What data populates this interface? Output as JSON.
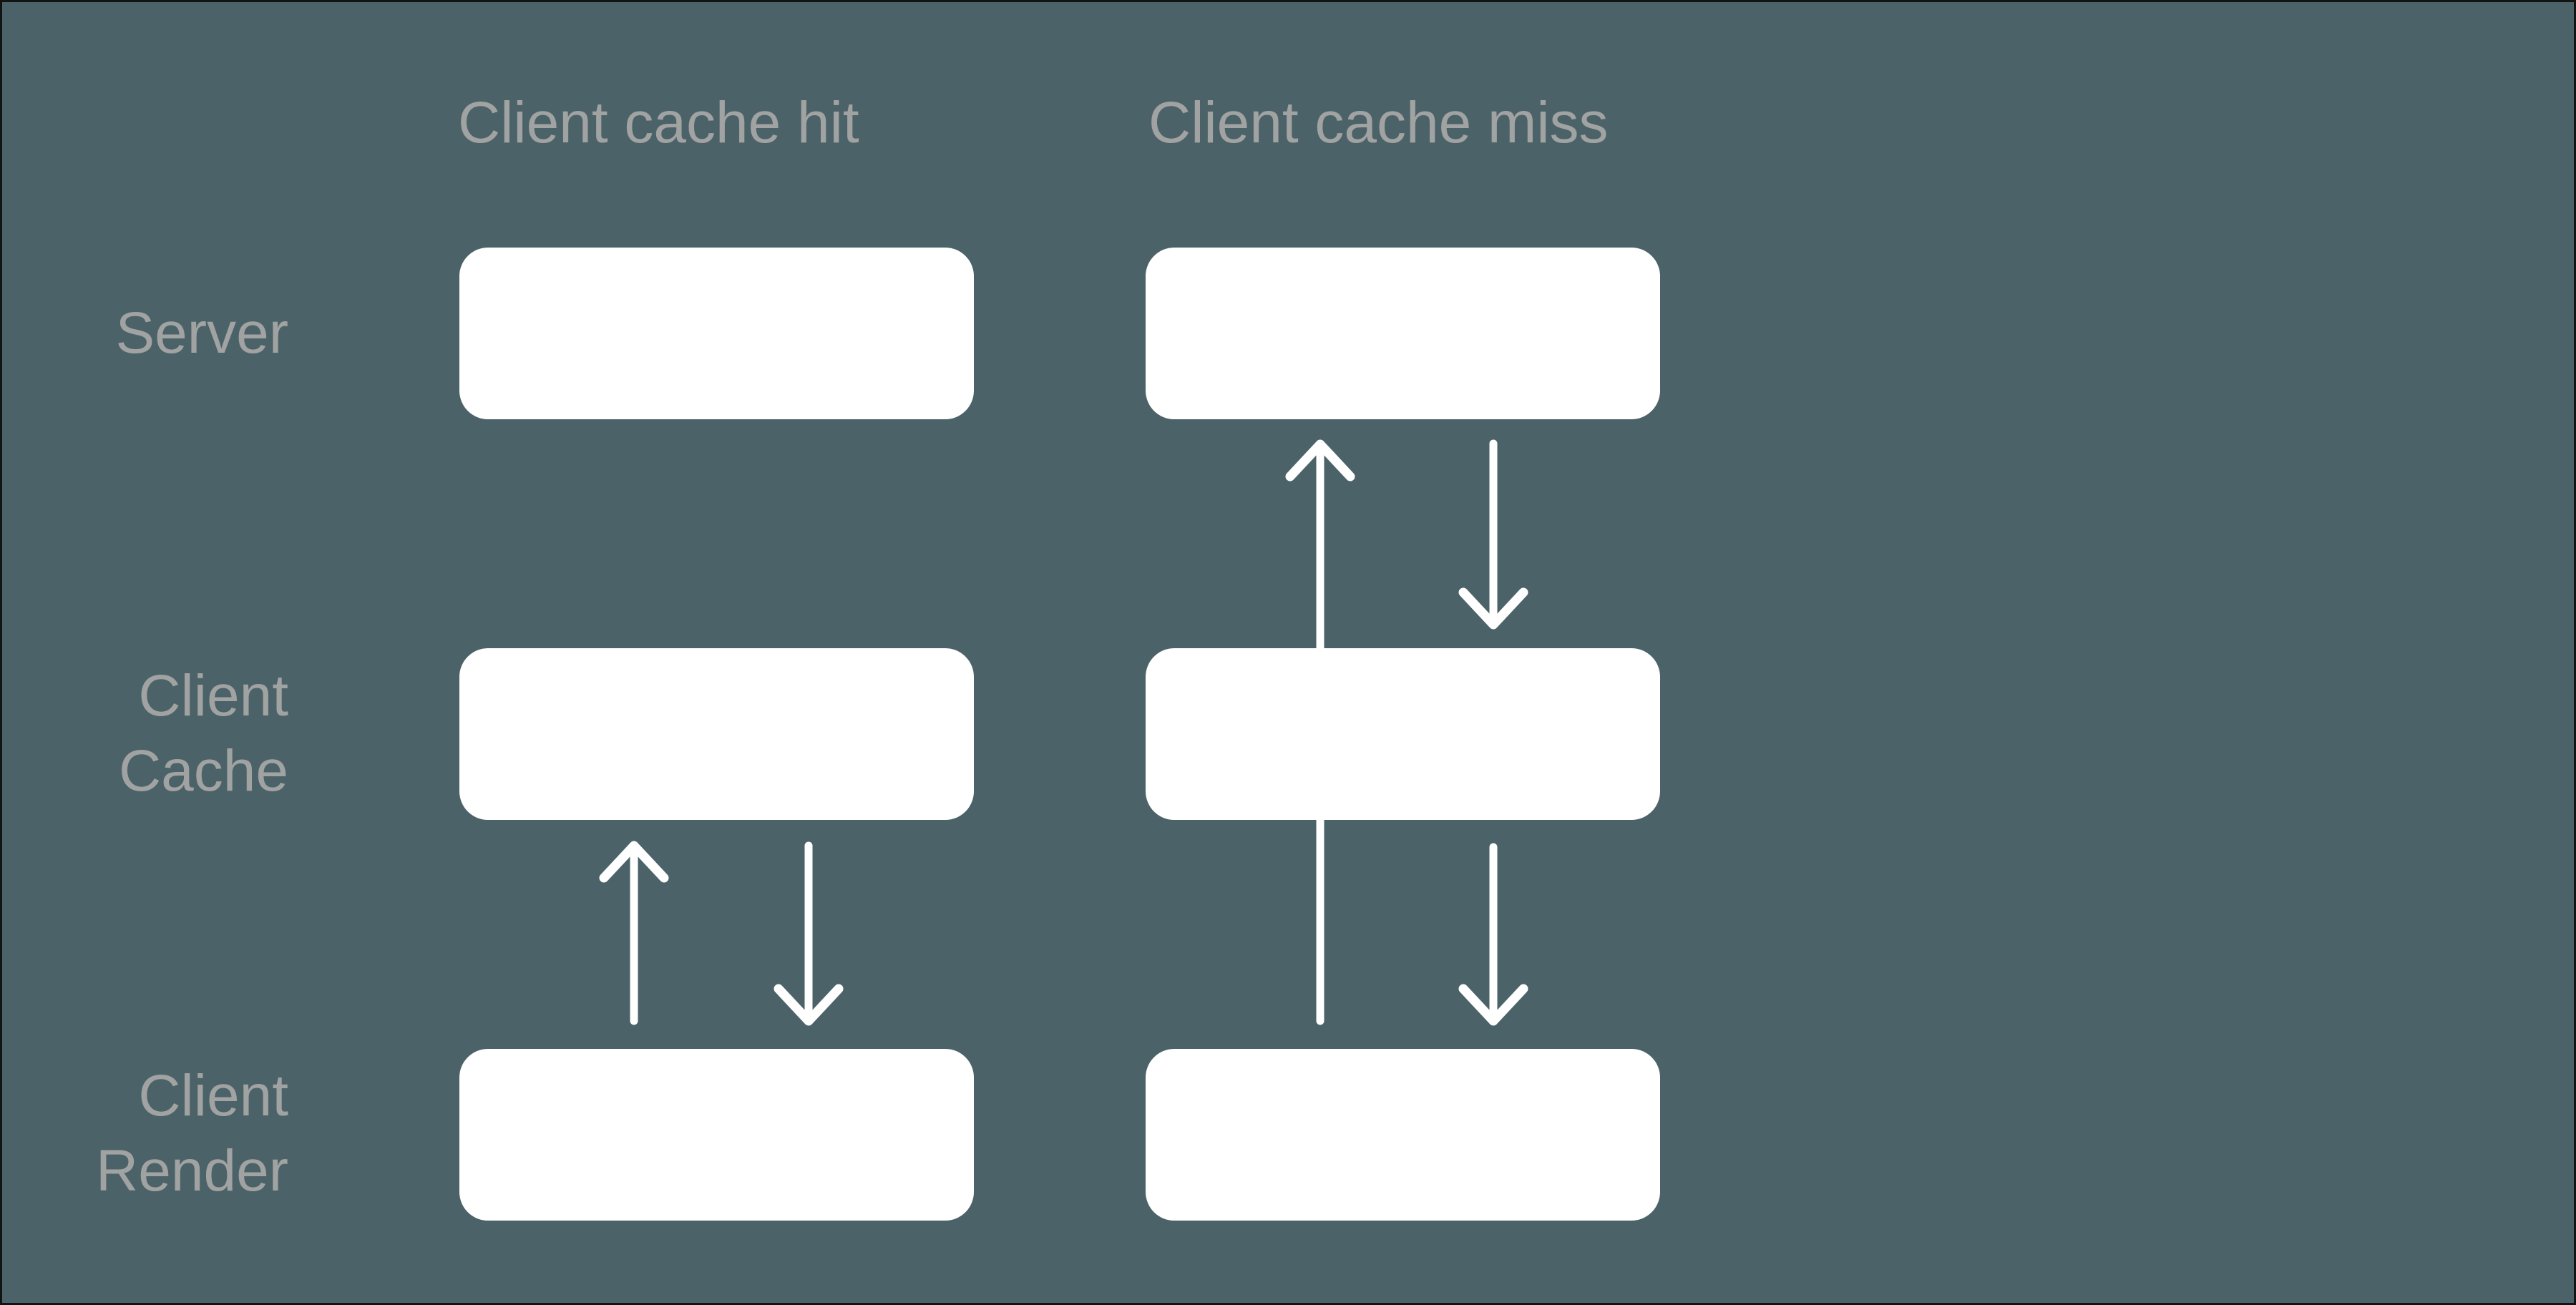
{
  "diagram": {
    "background_color": "#4b6368",
    "frame_color": "#131313",
    "box_color": "#ffffff",
    "label_color": "#a1a2a2",
    "arrow_color": "#ffffff",
    "columns": [
      {
        "title": "Client cache hit"
      },
      {
        "title": "Client cache miss"
      }
    ],
    "rows": [
      {
        "name": "server",
        "lines": [
          "Server"
        ]
      },
      {
        "name": "client-cache",
        "lines": [
          "Client",
          "Cache"
        ]
      },
      {
        "name": "client-render",
        "lines": [
          "Client",
          "Render"
        ]
      }
    ],
    "boxes": [
      {
        "column": "Client cache hit",
        "row": "Server"
      },
      {
        "column": "Client cache hit",
        "row": "Client Cache"
      },
      {
        "column": "Client cache hit",
        "row": "Client Render"
      },
      {
        "column": "Client cache miss",
        "row": "Server"
      },
      {
        "column": "Client cache miss",
        "row": "Client Cache"
      },
      {
        "column": "Client cache miss",
        "row": "Client Render"
      }
    ],
    "edges": [
      {
        "column": "Client cache hit",
        "from": "Client Render",
        "to": "Client Cache",
        "direction": "up"
      },
      {
        "column": "Client cache hit",
        "from": "Client Cache",
        "to": "Client Render",
        "direction": "down"
      },
      {
        "column": "Client cache miss",
        "from": "Client Render",
        "to": "Server",
        "direction": "up",
        "passes_behind": "Client Cache"
      },
      {
        "column": "Client cache miss",
        "from": "Server",
        "to": "Client Cache",
        "direction": "down"
      },
      {
        "column": "Client cache miss",
        "from": "Client Cache",
        "to": "Client Render",
        "direction": "down"
      }
    ]
  }
}
